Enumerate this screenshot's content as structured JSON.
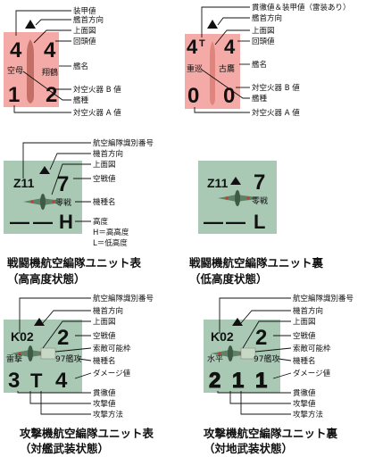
{
  "ship_counter_1": {
    "armor": "4",
    "type": "空母",
    "name": "翔鶴",
    "firepower": "4",
    "aa_a": "1",
    "aa_b": "2",
    "labels": [
      "装甲値",
      "艦首方向",
      "上面図",
      "回頭値",
      "艦名",
      "対空火器 B 値",
      "艦種",
      "対空火器 A 値"
    ]
  },
  "ship_counter_2": {
    "armor": "4",
    "armor_suffix": "T",
    "type": "重巡",
    "name": "古鷹",
    "firepower": "4",
    "aa_a": "0",
    "aa_b": "0",
    "labels": [
      "貫徹値＆装甲値（雷装あり）",
      "艦首方向",
      "上面図",
      "回頭値",
      "艦名",
      "対空火器 B 値",
      "艦種",
      "対空火器 A 値"
    ]
  },
  "fighter_front": {
    "unit_id": "Z11",
    "air_value": "7",
    "aircraft": "零戦",
    "altitude_left": "—",
    "altitude_mid": "—",
    "altitude": "H",
    "labels": [
      "航空編隊識別番号",
      "機首方向",
      "上面図",
      "空戦値",
      "機種名",
      "高度",
      "H＝高高度",
      "L＝低高度"
    ],
    "caption_line1": "戦闘機航空編隊ユニット表",
    "caption_line2": "（高高度状態）"
  },
  "fighter_back": {
    "unit_id": "Z11",
    "air_value": "7",
    "aircraft": "零戦",
    "altitude_left": "—",
    "altitude_mid": "—",
    "altitude": "L",
    "caption_line1": "戦闘機航空編隊ユニット裏",
    "caption_line2": "（低高度状態）"
  },
  "attack_front": {
    "unit_id": "K02",
    "air_value": "2",
    "aircraft_type": "雷撃",
    "aircraft": "97艦攻",
    "penetration": "3",
    "attack": "T",
    "damage": "4",
    "labels": [
      "航空編隊識別番号",
      "機首方向",
      "上面図",
      "空戦値",
      "索敵可能枠",
      "機種名",
      "ダメージ値",
      "貫徹値",
      "攻撃値",
      "攻撃方法"
    ],
    "caption_line1": "攻撃機航空編隊ユニット表",
    "caption_line2": "（対艦武装状態）"
  },
  "attack_back": {
    "unit_id": "K02",
    "air_value": "2",
    "aircraft_type": "水平",
    "aircraft": "97艦攻",
    "penetration": "2",
    "attack": "1",
    "damage": "1",
    "labels": [
      "航空編隊識別番号",
      "機首方向",
      "上面図",
      "空戦値",
      "索敵可能枠",
      "機種名",
      "ダメージ値",
      "貫徹値",
      "攻撃値",
      "攻撃方法"
    ],
    "caption_line1": "攻撃機航空編隊ユニット裏",
    "caption_line2": "（対地武装状態）"
  },
  "colors": {
    "ship_bg": "#f4aaa6",
    "ship_hull": "#c46f66",
    "air_bg": "#a9c9b5",
    "plane": "#5e8266",
    "plane_dark": "#3f5a45",
    "plane_light": "#c7d9c5"
  }
}
